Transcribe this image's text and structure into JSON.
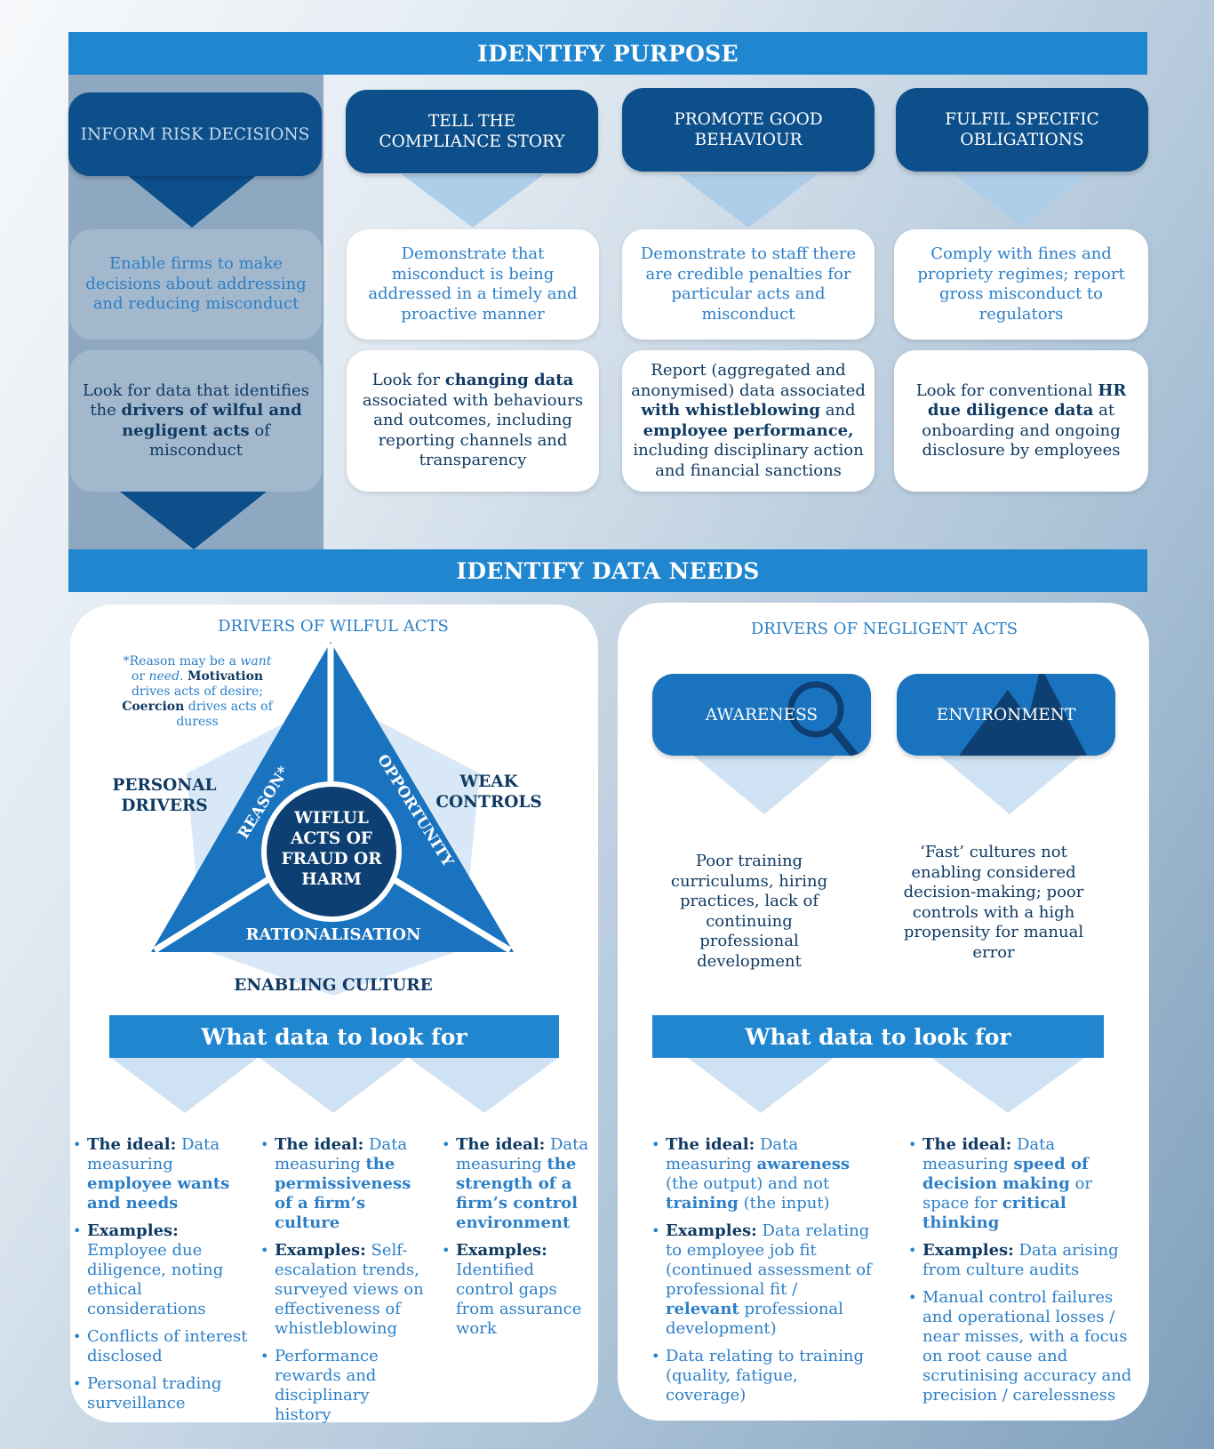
{
  "identify_purpose": {
    "title": "IDENTIFY PURPOSE",
    "columns": [
      {
        "heading": "INFORM RISK DECISIONS",
        "purpose": "Enable firms to make decisions about addressing and reducing misconduct",
        "data_a": "Look for data that identifies the ",
        "data_b": "drivers of wilful and negligent acts",
        "data_c": " of misconduct"
      },
      {
        "heading": "TELL THE COMPLIANCE STORY",
        "purpose": "Demonstrate that misconduct is being addressed in a timely and proactive manner",
        "data_a": "Look for ",
        "data_b": "changing data",
        "data_c": " associated with behaviours and outcomes, including reporting channels and transparency"
      },
      {
        "heading": "PROMOTE GOOD BEHAVIOUR",
        "purpose": "Demonstrate to staff there are credible penalties for particular acts and misconduct",
        "data_a": "Report (aggregated and anonymised) data associated ",
        "data_b": "with whistleblowing",
        "data_c": " and ",
        "data_d": "employee performance,",
        "data_e": " including disciplinary action and financial sanctions"
      },
      {
        "heading": "FULFIL SPECIFIC OBLIGATIONS",
        "purpose": "Comply with fines and propriety regimes; report gross misconduct to regulators",
        "data_a": "Look for conventional ",
        "data_b": "HR due diligence data",
        "data_c": " at onboarding and ongoing disclosure by employees"
      }
    ]
  },
  "identify_data_needs": {
    "title": "IDENTIFY DATA NEEDS",
    "wilful": {
      "header": "DRIVERS OF WILFUL ACTS",
      "note_1": "*Reason may be a ",
      "note_want": "want",
      "note_2": " or ",
      "note_need": "need",
      "note_3": ". ",
      "note_motivation": "Motivation",
      "note_4": " drives acts of desire; ",
      "note_coercion": "Coercion",
      "note_5": " drives acts of duress",
      "personal_drivers": "PERSONAL DRIVERS",
      "weak_controls": "WEAK CONTROLS",
      "enabling_culture": "ENABLING CULTURE",
      "reason": "REASON*",
      "opportunity": "OPPORTUNITY",
      "rationalisation": "RATIONALISATION",
      "center_1": "WIFLUL",
      "center_2": "ACTS OF",
      "center_3": "FRAUD OR",
      "center_4": "HARM",
      "what_data": "What data to look for",
      "col1": {
        "ideal_label": "The ideal:",
        "ideal_text": " Data measuring ",
        "ideal_bold": "employee wants and needs",
        "ex_label": "Examples:",
        "ex_text": " Employee due diligence, noting ethical considerations",
        "item3": "Conflicts of interest disclosed",
        "item4": "Personal trading surveillance"
      },
      "col2": {
        "ideal_label": "The ideal:",
        "ideal_text": " Data measuring ",
        "ideal_bold": "the permissiveness of a firm’s culture",
        "ex_label": "Examples:",
        "ex_text": " Self-escalation trends, surveyed views on effectiveness of whistleblowing",
        "item3": "Performance rewards and disciplinary history"
      },
      "col3": {
        "ideal_label": "The ideal:",
        "ideal_text": " Data measuring ",
        "ideal_bold": "the strength of a firm’s control environment",
        "ex_label": "Examples:",
        "ex_text": " Identified control gaps from assurance work"
      }
    },
    "negligent": {
      "header": "DRIVERS OF NEGLIGENT ACTS",
      "awareness": "AWARENESS",
      "environment": "ENVIRONMENT",
      "awareness_text": "Poor training curriculums, hiring practices, lack of continuing professional development",
      "environment_text": "‘Fast’ cultures not enabling considered decision-making; poor controls with a high propensity for manual error",
      "what_data": "What data to look for",
      "col1": {
        "ideal_label": "The ideal:",
        "ideal_t1": " Data measuring ",
        "ideal_b1": "awareness",
        "ideal_t2": " (the output) and not ",
        "ideal_b2": "training",
        "ideal_t3": " (the input)",
        "ex_label": "Examples:",
        "ex_t1": " Data relating to employee job fit (continued assessment of professional fit / ",
        "ex_b1": "relevant",
        "ex_t2": " professional development)",
        "item3": "Data relating to training (quality, fatigue, coverage)"
      },
      "col2": {
        "ideal_label": "The ideal:",
        "ideal_t1": " Data measuring ",
        "ideal_b1": "speed of decision making",
        "ideal_t2": " or space for ",
        "ideal_b2": "critical thinking",
        "ex_label": "Examples:",
        "ex_text": " Data arising from culture audits",
        "item3": "Manual control failures and operational losses / near misses, with a focus on root cause and scrutinising accuracy and precision / carelessness"
      }
    }
  },
  "colors": {
    "banner": "#1f86cf",
    "navy": "#0d4f8a",
    "text_blue": "#2c7fc7",
    "text_navy": "#0f3a63"
  }
}
